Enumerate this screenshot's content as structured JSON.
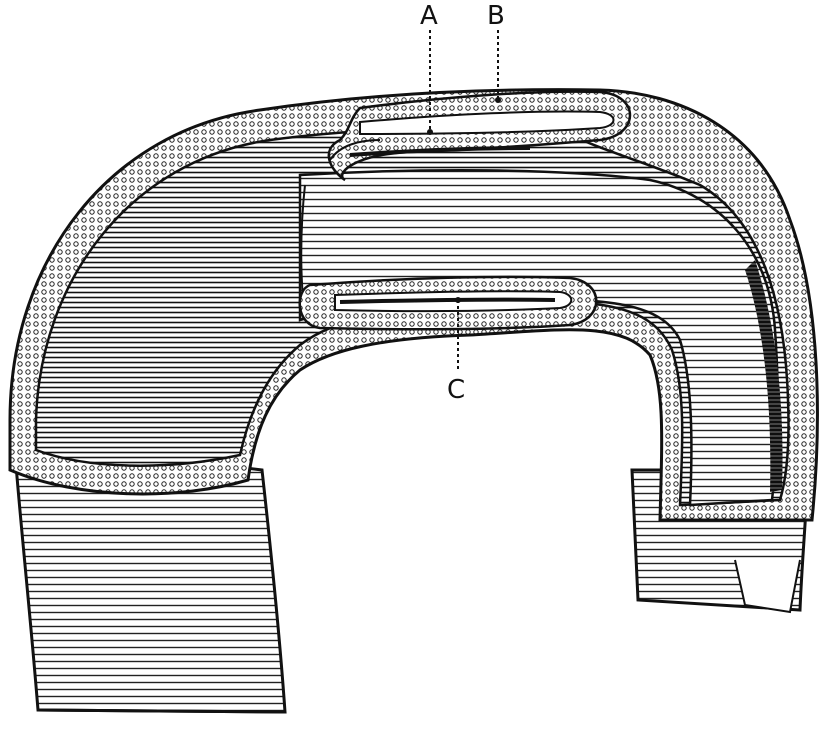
{
  "figure": {
    "labels": {
      "a": "A",
      "b": "B",
      "c": "C"
    },
    "colors": {
      "ink": "#111111",
      "paper": "#ffffff",
      "shade": "#555555"
    }
  }
}
